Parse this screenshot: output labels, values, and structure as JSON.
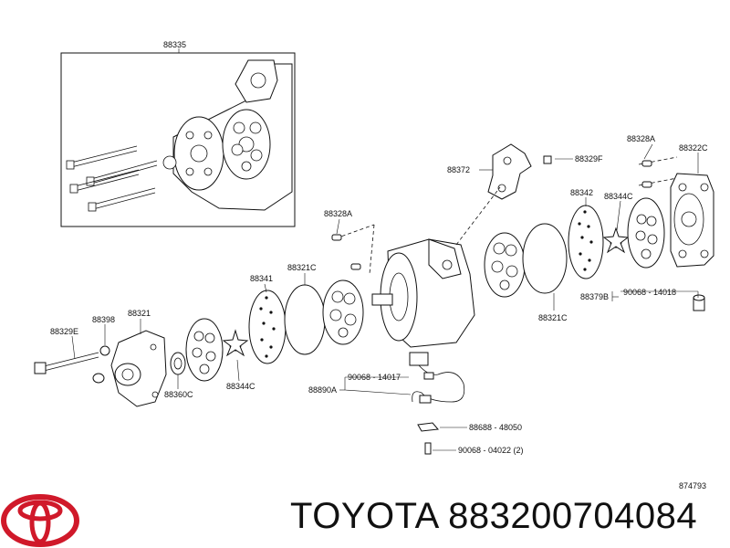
{
  "diagram": {
    "callouts": {
      "p88335": "88335",
      "p88372": "88372",
      "p88329F": "88329F",
      "p88328A_top": "88328A",
      "p88322C": "88322C",
      "p88342": "88342",
      "p88344C_right": "88344C",
      "p90068_14018": "90068 - 14018",
      "p88379B": "88379B",
      "p88321C_right": "88321C",
      "p88328A_mid": "88328A",
      "p88341": "88341",
      "p88321C_mid": "88321C",
      "p88321": "88321",
      "p88398": "88398",
      "p88329E": "88329E",
      "p88360C": "88360C",
      "p88344C_left": "88344C",
      "p90068_14017": "90068 - 14017",
      "p88890A": "88890A",
      "p88688_48050": "88688 - 48050",
      "p90068_04022": "90068 - 04022 (2)"
    },
    "drawing_number": "874793"
  },
  "footer": {
    "brand_text": "TOYOTA 883200704084"
  }
}
